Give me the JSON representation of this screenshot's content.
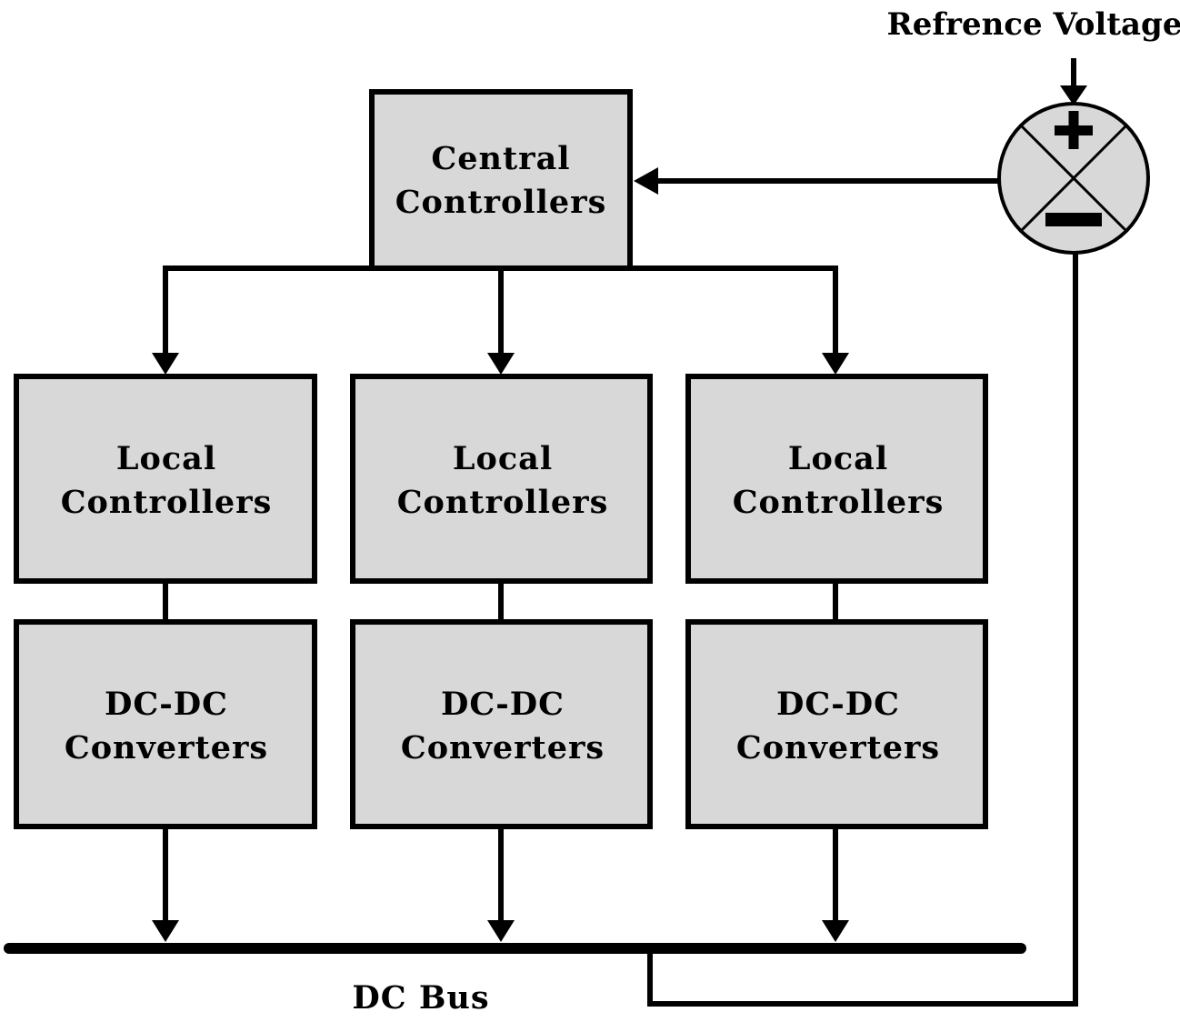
{
  "diagram": {
    "reference_label": "Refrence Voltage",
    "central": {
      "line1": "Central",
      "line2": "Controllers"
    },
    "local": [
      {
        "line1": "Local",
        "line2": "Controllers"
      },
      {
        "line1": "Local",
        "line2": "Controllers"
      },
      {
        "line1": "Local",
        "line2": "Controllers"
      }
    ],
    "converters": [
      {
        "line1": "DC-DC",
        "line2": "Converters"
      },
      {
        "line1": "DC-DC",
        "line2": "Converters"
      },
      {
        "line1": "DC-DC",
        "line2": "Converters"
      }
    ],
    "bus_label": "DC Bus",
    "summing_junction": {
      "plus_sign": "+",
      "minus_sign": "−"
    },
    "colors": {
      "box_fill": "#d8d8d8",
      "stroke": "#000000"
    }
  }
}
